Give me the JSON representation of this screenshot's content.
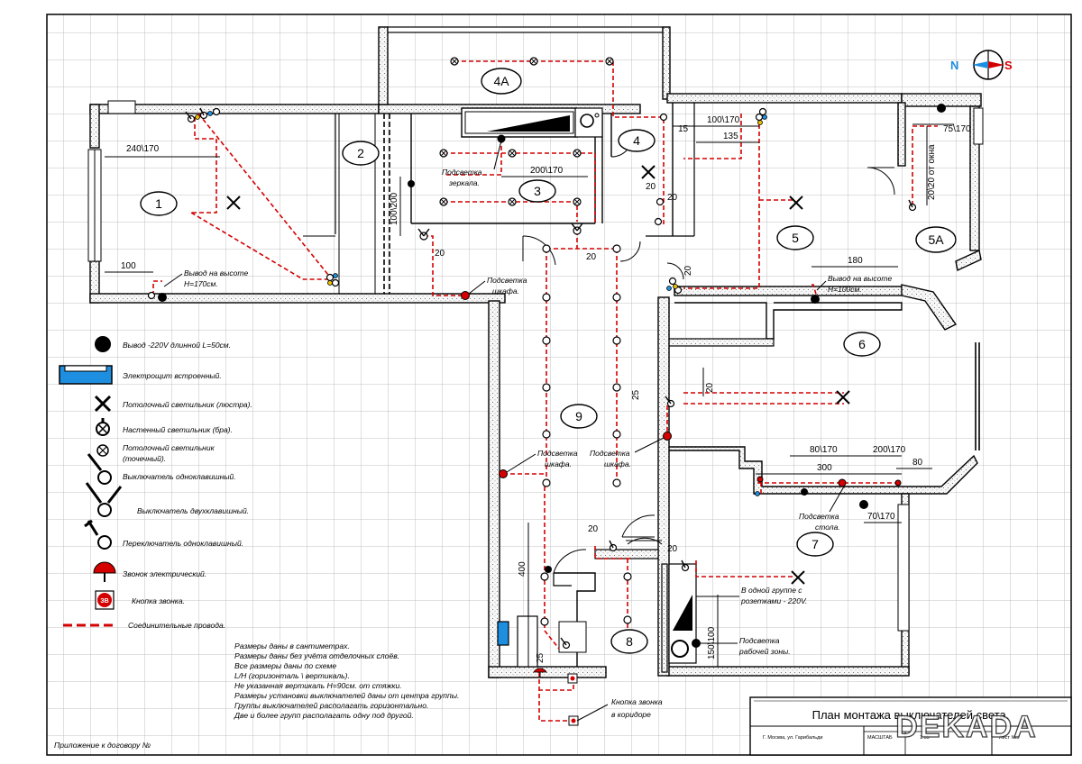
{
  "rooms": [
    "1",
    "2",
    "3",
    "4",
    "4A",
    "5",
    "5A",
    "6",
    "7",
    "8",
    "9"
  ],
  "compass": {
    "n": "N",
    "s": "S"
  },
  "dimensions": {
    "d1": "240\\170",
    "d2": "100",
    "d3": "100\\200",
    "d4": "20",
    "d5": "200\\170",
    "d6": "20",
    "d7": "20",
    "d8": "15",
    "d9": "100\\170",
    "d10": "135",
    "d11": "75\\170",
    "d12": "20\\20 от окна",
    "d13": "180",
    "d14": "20",
    "d15": "20",
    "d16": "25",
    "d17": "80\\170",
    "d18": "200\\170",
    "d19": "300",
    "d20": "80",
    "d21": "70\\170",
    "d22": "20",
    "d23": "20",
    "d24": "400",
    "d25": "150\\100",
    "d26": "25",
    "d27": "20"
  },
  "annotations": {
    "vyvod1": [
      "Вывод на высоте",
      "H=170см."
    ],
    "vyvod2": [
      "Вывод на высоте",
      "H=100см."
    ],
    "mirror": [
      "Подсветка",
      "зеркала."
    ],
    "closet1": [
      "Подсветка",
      "шкафа."
    ],
    "closet2": [
      "Подсветка",
      "шкафа."
    ],
    "closet3": [
      "Подсветка",
      "шкафа."
    ],
    "table": [
      "Подсветка",
      "стола."
    ],
    "group": [
      "В одной группе с",
      "розетками - 220V."
    ],
    "work": [
      "Подсветка",
      "рабочей зоны."
    ],
    "bell": [
      "Кнопка звонка",
      "в коридоре"
    ]
  },
  "legend": {
    "items": [
      "Вывод -220V длинной L=50см.",
      "Электрощит встроенный.",
      "Потолочный светильник (люстра).",
      "Настенный светильник (бра).",
      "Потолочный светильник",
      "(точечный).",
      "Выключатель одноклавишный.",
      "Выключатель двухклавишный.",
      "Переключатель одноклавишный.",
      "Звонок электрический.",
      "Кнопка звонка.",
      "Соединительные провода."
    ],
    "bell_badge": "ЗВ"
  },
  "notes": [
    "Размеры даны в сантиметрах.",
    "Размеры даны без учёта отделочных слоёв.",
    "Все размеры даны по схеме",
    "L/H (горизонталь \\ вертикаль).",
    "Не указанная вертикаль H=90см. от стяжки.",
    "Размеры установки выключателей даны от центра группы.",
    "Группы выключателей располагать горизонтально.",
    "Две и более групп располагать одну под другой."
  ],
  "appendix": "Приложение к договору №",
  "title_block": {
    "title": "План монтажа выключателей света.",
    "address": "Г. Москва, ул. Гарибальди",
    "scale_label": "МАСШТАБ",
    "scale": "1:55",
    "sheet": "Лист №5",
    "brand": "DEKADA"
  },
  "colors": {
    "wire": "#d40000",
    "panel": "#1e8fe0",
    "grid": "#c0c0c0",
    "compass_n": "#1e8fe0",
    "compass_s": "#d40000"
  }
}
